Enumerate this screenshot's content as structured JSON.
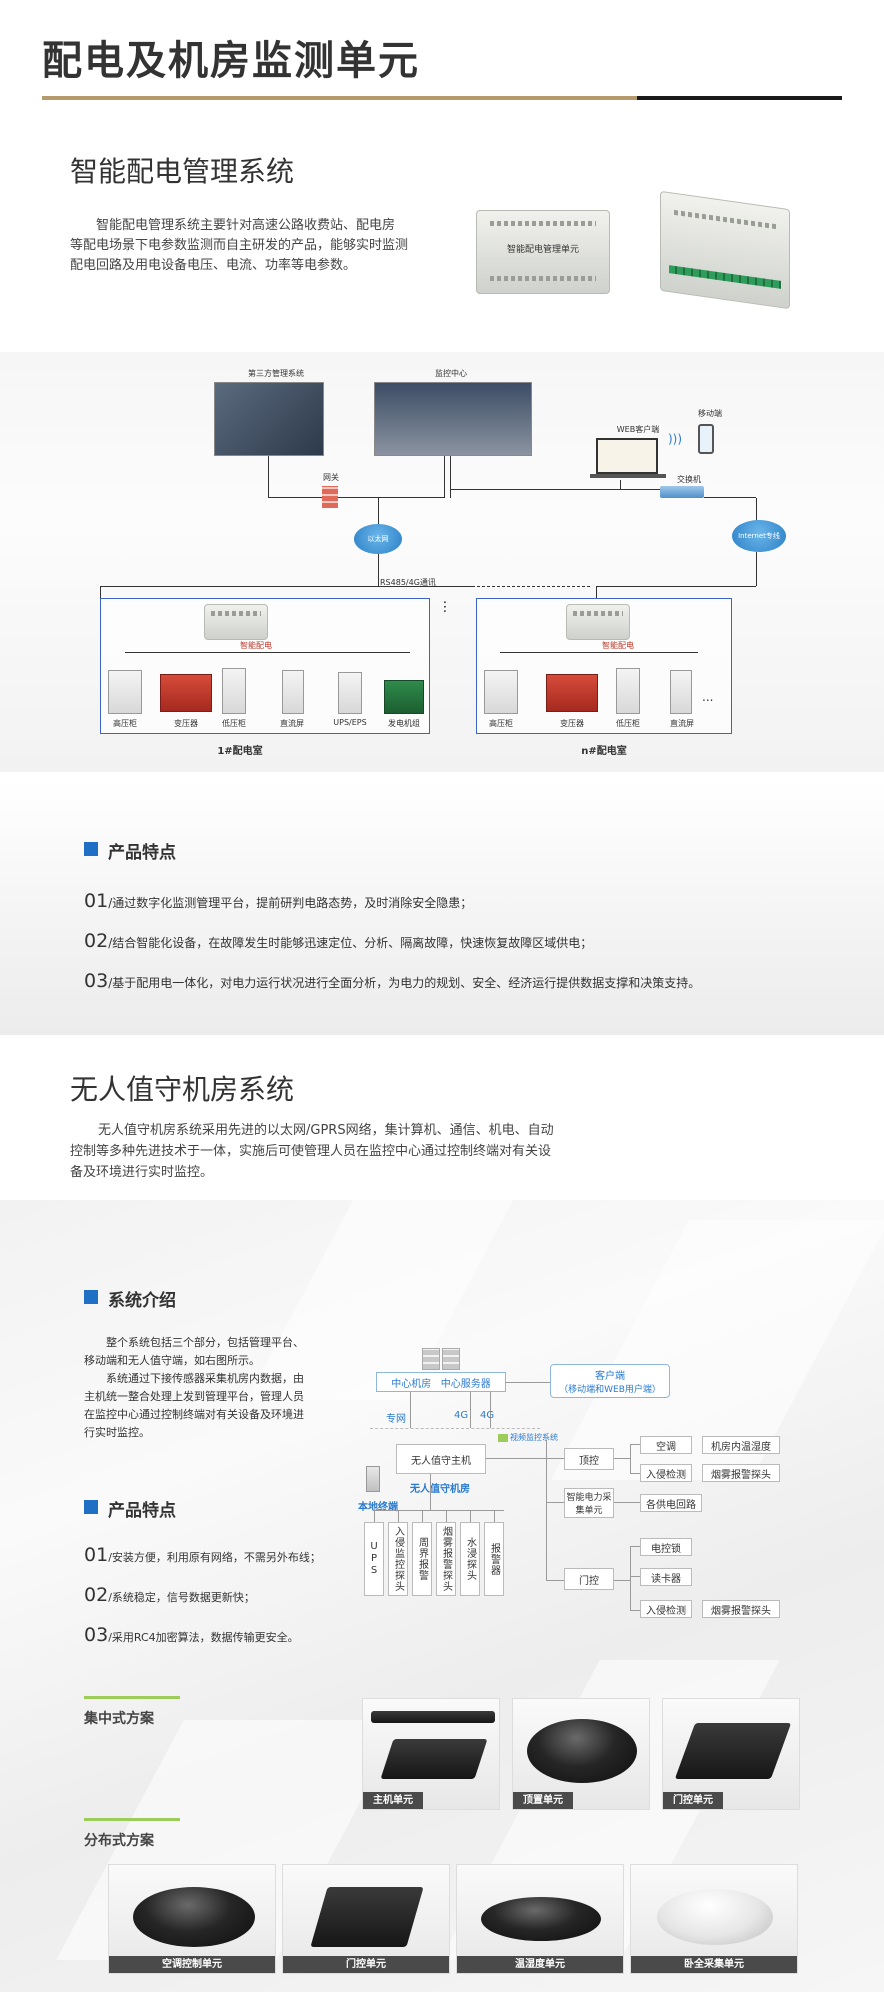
{
  "header": {
    "title": "配电及机房监测单元"
  },
  "section1": {
    "title": "智能配电管理系统",
    "paragraph": [
      "智能配电管理系统主要针对高速公路收费站、配电房",
      "等配电场景下电参数监测而自主研发的产品，能够实时监测",
      "配电回路及用电设备电压、电流、功率等电参数。"
    ],
    "device_label": "智能配电管理单元"
  },
  "diagram1": {
    "third_party": "第三方管理系统",
    "monitor_center": "监控中心",
    "web_client": "WEB客户端",
    "mobile": "移动端",
    "firewall": "网关",
    "switch": "交换机",
    "cloud_left": "以太网",
    "cloud_right": "Internet专线",
    "bus_label": "RS485/4G通讯",
    "room1_panel_label": "智能配电",
    "roomn_panel_label": "智能配电",
    "room1_equipment": [
      "高压柜",
      "变压器",
      "低压柜",
      "直流屏",
      "UPS/EPS",
      "发电机组"
    ],
    "roomn_equipment": [
      "高压柜",
      "变压器",
      "低压柜",
      "直流屏"
    ],
    "ellipsis": "...",
    "room1_name": "1#配电室",
    "roomn_name": "n#配电室"
  },
  "features1": {
    "heading": "产品特点",
    "items": [
      {
        "num": "01",
        "text": "/通过数字化监测管理平台，提前研判电路态势，及时消除安全隐患；"
      },
      {
        "num": "02",
        "text": "/结合智能化设备，在故障发生时能够迅速定位、分析、隔离故障，快速恢复故障区域供电；"
      },
      {
        "num": "03",
        "text": "/基于配用电一体化，对电力运行状况进行全面分析，为电力的规划、安全、经济运行提供数据支撑和决策支持。"
      }
    ]
  },
  "section2": {
    "title": "无人值守机房系统",
    "paragraph": [
      "无人值守机房系统采用先进的以太网/GPRS网络，集计算机、通信、机电、自动",
      "控制等多种先进技术于一体，实施后可使管理人员在监控中心通过控制终端对有关设",
      "备及环境进行实时监控。"
    ]
  },
  "system_intro": {
    "heading": "系统介绍",
    "paragraph": [
      "整个系统包括三个部分，包括管理平台、",
      "移动端和无人值守端，如右图所示。",
      "系统通过下接传感器采集机房内数据，由",
      "主机统一整合处理上发到管理平台，管理人员",
      "在监控中心通过控制终端对有关设备及环境进",
      "行实时监控。"
    ]
  },
  "features2": {
    "heading": "产品特点",
    "items": [
      {
        "num": "01",
        "text": "/安装方便，利用原有网络，不需另外布线；"
      },
      {
        "num": "02",
        "text": "/系统稳定，信号数据更新快；"
      },
      {
        "num": "03",
        "text": "/采用RC4加密算法，数据传输更安全。"
      }
    ]
  },
  "diagram2": {
    "center_room": "中心机房",
    "center_server": "中心服务器",
    "client": "客户端",
    "client_sub": "（移动端和WEB用户端）",
    "private_net": "专网",
    "net_4g_a": "4G",
    "net_4g_b": "4G",
    "video": "视频监控系统",
    "host": "无人值守主机",
    "room": "无人值守机房",
    "local_terminal": "本地终端",
    "top_control": "顶控",
    "power_unit": "智能电力采集单元",
    "door_control": "门控",
    "ac": "空调",
    "temp_hum": "机房内温湿度",
    "intrusion1": "入侵检测",
    "smoke1": "烟雾报警探头",
    "circuits": "各供电回路",
    "lock": "电控锁",
    "reader": "读卡器",
    "intrusion2": "入侵检测",
    "smoke2": "烟雾报警探头",
    "sensors": [
      "UPS",
      "入侵监控探头",
      "周界报警",
      "烟雾报警探头",
      "水浸探头",
      "报警器"
    ]
  },
  "centralized": {
    "heading": "集中式方案",
    "cards": [
      "主机单元",
      "顶置单元",
      "门控单元"
    ]
  },
  "distributed": {
    "heading": "分布式方案",
    "cards": [
      "空调控制单元",
      "门控单元",
      "温湿度单元",
      "卧全采集单元"
    ]
  }
}
